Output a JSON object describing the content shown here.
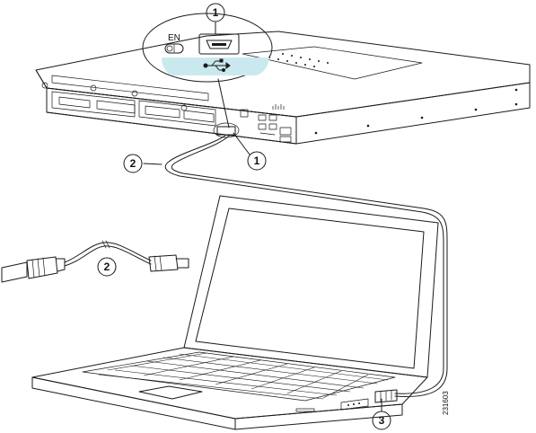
{
  "callouts": {
    "c1_top": "1",
    "c1_port": "1",
    "c2_cable": "2",
    "c2_loose": "2",
    "c3_laptop": "3"
  },
  "labels": {
    "enable_led": "EN",
    "figure_id": "231603"
  },
  "icons": {
    "usb_symbol": "usb-icon",
    "cisco_logo": "cisco-logo"
  },
  "colors": {
    "usb_highlight": "#c9e9ef",
    "line": "#1a1a1a"
  }
}
